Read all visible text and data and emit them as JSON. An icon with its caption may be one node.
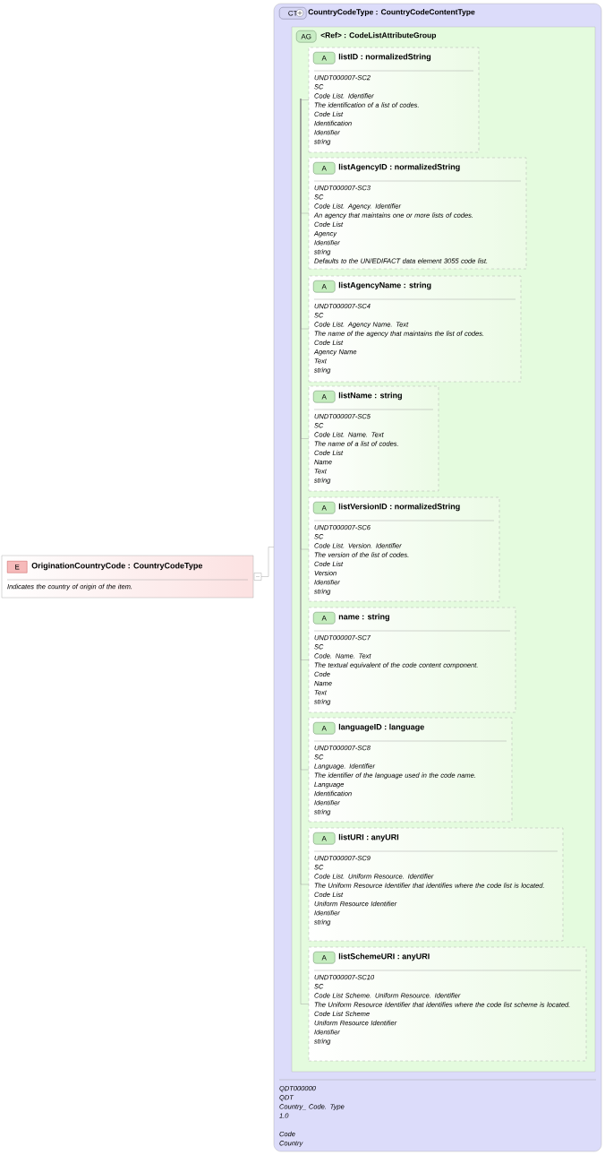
{
  "diagram": {
    "nodes": [
      {
        "text": [
          "E",
          "OriginationCountryCode : CountryCodeType",
          "Indicates the country of origin of the item."
        ]
      },
      {
        "text": [
          "CT",
          "CountryCodeType : CountryCodeContentType",
          "QDT000000",
          "QDT",
          "Country_ Code. Type",
          "1.0",
          "Code",
          "Country"
        ]
      },
      {
        "text": [
          "AG",
          "<Ref> : CodeListAttributeGroup"
        ],
        "in": 1
      },
      {
        "text": [
          "A",
          "listID : normalizedString",
          "UNDT000007-SC2",
          "SC",
          "Code List. Identifier",
          "The identification of a list of codes.",
          "Code List",
          "Identification",
          "Identifier",
          "string"
        ],
        "in": 2
      },
      {
        "text": [
          "A",
          "listAgencyID : normalizedString",
          "UNDT000007-SC3",
          "SC",
          "Code List. Agency. Identifier",
          "An agency that maintains one or more lists of codes.",
          "Code List",
          "Agency",
          "Identifier",
          "string",
          "Defaults to the UN/EDIFACT data element 3055 code list."
        ],
        "in": 2
      },
      {
        "text": [
          "A",
          "listAgencyName : string",
          "UNDT000007-SC4",
          "SC",
          "Code List. Agency Name. Text",
          "The name of the agency that maintains the list of codes.",
          "Code List",
          "Agency Name",
          "Text",
          "string"
        ],
        "in": 2
      },
      {
        "text": [
          "A",
          "listName : string",
          "UNDT000007-SC5",
          "SC",
          "Code List. Name. Text",
          "The name of a list of codes.",
          "Code List",
          "Name",
          "Text",
          "string"
        ],
        "in": 2
      },
      {
        "text": [
          "A",
          "listVersionID : normalizedString",
          "UNDT000007-SC6",
          "SC",
          "Code List. Version. Identifier",
          "The version of the list of codes.",
          "Code List",
          "Version",
          "Identifier",
          "string"
        ],
        "in": 2
      },
      {
        "text": [
          "A",
          "name : string",
          "UNDT000007-SC7",
          "SC",
          "Code. Name. Text",
          "The textual equivalent of the code content component.",
          "Code",
          "Name",
          "Text",
          "string"
        ],
        "in": 2
      },
      {
        "text": [
          "A",
          "languageID : language",
          "UNDT000007-SC8",
          "SC",
          "Language. Identifier",
          "The identifier of the language used in the code name.",
          "Language",
          "Identification",
          "Identifier",
          "string"
        ],
        "in": 2
      },
      {
        "text": [
          "A",
          "listURI : anyURI",
          "UNDT000007-SC9",
          "SC",
          "Code List. Uniform Resource. Identifier",
          "The Uniform Resource Identifier that identifies where the code list is located.",
          "Code List",
          "Uniform Resource Identifier",
          "Identifier",
          "string"
        ],
        "in": 2
      },
      {
        "text": [
          "A",
          "listSchemeURI : anyURI",
          "UNDT000007-SC10",
          "SC",
          "Code List Scheme. Uniform Resource. Identifier",
          "The Uniform Resource Identifier that identifies where the code list scheme is located.",
          "Code List Scheme",
          "Uniform Resource Identifier",
          "Identifier",
          "string"
        ],
        "in": 2
      }
    ],
    "edges": [
      {
        "from": 0,
        "to": 1,
        "arrow": "none"
      },
      {
        "from": 2,
        "to": 3,
        "arrow": "none"
      },
      {
        "from": 2,
        "to": 4,
        "arrow": "none"
      },
      {
        "from": 2,
        "to": 5,
        "arrow": "none"
      },
      {
        "from": 2,
        "to": 6,
        "arrow": "none"
      },
      {
        "from": 2,
        "to": 7,
        "arrow": "none"
      },
      {
        "from": 2,
        "to": 8,
        "arrow": "none"
      },
      {
        "from": 2,
        "to": 9,
        "arrow": "none"
      },
      {
        "from": 2,
        "to": 10,
        "arrow": "none"
      },
      {
        "from": 2,
        "to": 11,
        "arrow": "none"
      }
    ]
  }
}
